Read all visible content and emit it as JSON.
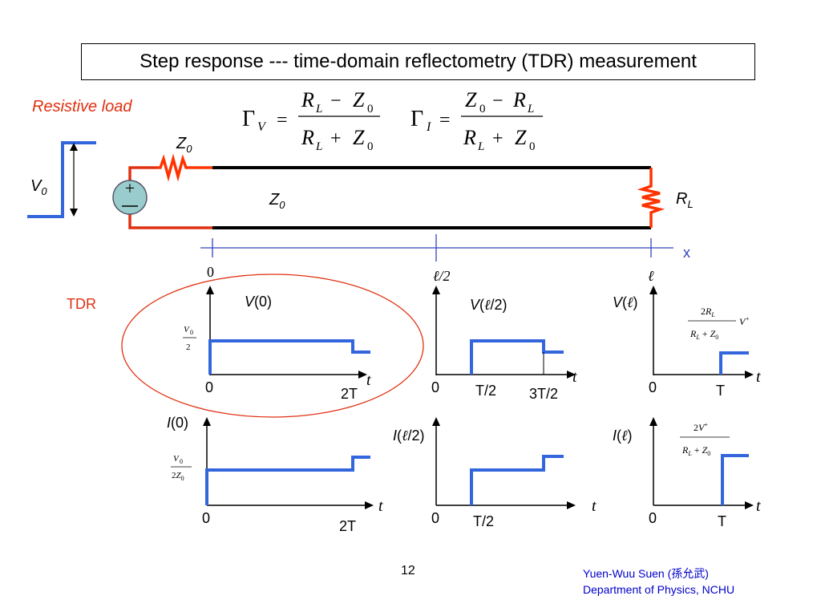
{
  "title": "Step response --- time-domain reflectometry (TDR) measurement",
  "subtitle": "Resistive load",
  "labels": {
    "z0_source": "Z",
    "z0_source_sub": "0",
    "z0_line": "Z",
    "z0_line_sub": "0",
    "v0": "V",
    "v0_sub": "0",
    "rl": "R",
    "rl_sub": "L",
    "x_axis": "x",
    "tick_0": "0",
    "tick_half": "ℓ/2",
    "tick_full": "ℓ",
    "tdr": "TDR"
  },
  "formulas": {
    "gamma_v": "Γ_V = (R_L − Z_0)/(R_L + Z_0)",
    "gamma_i": "Γ_I = (Z_0 − R_L)/(R_L + Z_0)"
  },
  "plots": {
    "v0": {
      "title": "V(0)",
      "level": "V0/2",
      "t_labels": [
        "0",
        "2T"
      ],
      "axis": "t"
    },
    "v_half": {
      "title": "V(ℓ/2)",
      "t_labels": [
        "0",
        "T/2",
        "3T/2"
      ],
      "axis": "t"
    },
    "v_full": {
      "title": "V(ℓ)",
      "level": "2R_L V+ / (R_L + Z_0)",
      "t_labels": [
        "0",
        "T"
      ],
      "axis": "t"
    },
    "i0": {
      "title": "I(0)",
      "level": "V0/2Z0",
      "t_labels": [
        "0",
        "2T"
      ],
      "axis": "t"
    },
    "i_half": {
      "title": "I(ℓ/2)",
      "t_labels": [
        "0",
        "T/2"
      ],
      "axis": "t"
    },
    "i_full": {
      "title": "I(ℓ)",
      "level": "2V+ / (R_L + Z_0)",
      "t_labels": [
        "0",
        "T"
      ],
      "axis": "t"
    }
  },
  "page_number": "12",
  "footer": {
    "author": "Yuen-Wuu Suen (孫允武)",
    "department": "Department of Physics, NCHU"
  },
  "colors": {
    "trace": "#3366dd",
    "accent_red": "#e03010",
    "resistor": "#ff3300",
    "source_fill": "#99cccc",
    "axis_blue": "#3344bb"
  }
}
